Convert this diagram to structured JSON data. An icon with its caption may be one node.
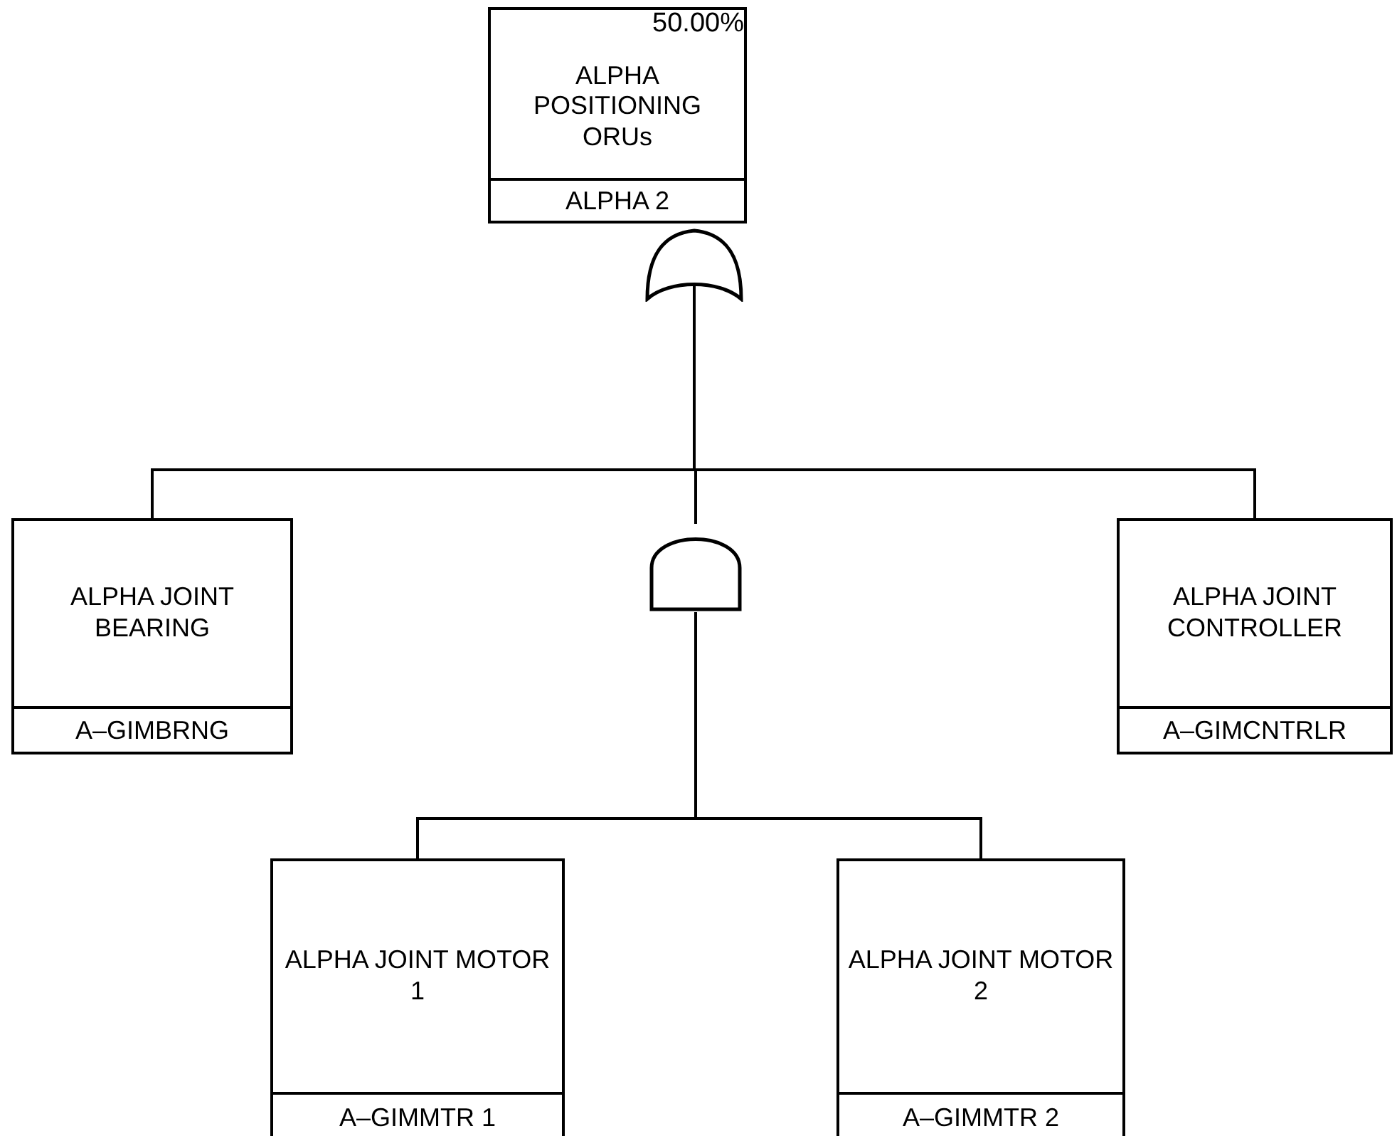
{
  "diagram": {
    "nodes": [
      {
        "text": [
          "50.00%",
          "ALPHA POSITIONING ORUs",
          "ALPHA 2"
        ]
      },
      {
        "text": [],
        "shape": "or-gate"
      },
      {
        "text": [
          "ALPHA JOINT BEARING",
          "A–GIMBRNG"
        ]
      },
      {
        "text": [],
        "shape": "and-gate"
      },
      {
        "text": [
          "ALPHA JOINT CONTROLLER",
          "A–GIMCNTRLR"
        ]
      },
      {
        "text": [
          "ALPHA JOINT MOTOR 1",
          "A–GIMMTR 1"
        ]
      },
      {
        "text": [
          "ALPHA JOINT MOTOR 2",
          "A–GIMMTR 2"
        ]
      }
    ],
    "edges": [
      {
        "from": 1,
        "to": 2,
        "arrow": "none"
      },
      {
        "from": 1,
        "to": 3,
        "arrow": "none"
      },
      {
        "from": 1,
        "to": 4,
        "arrow": "none"
      },
      {
        "from": 3,
        "to": 5,
        "arrow": "none"
      },
      {
        "from": 3,
        "to": 6,
        "arrow": "none"
      }
    ]
  }
}
